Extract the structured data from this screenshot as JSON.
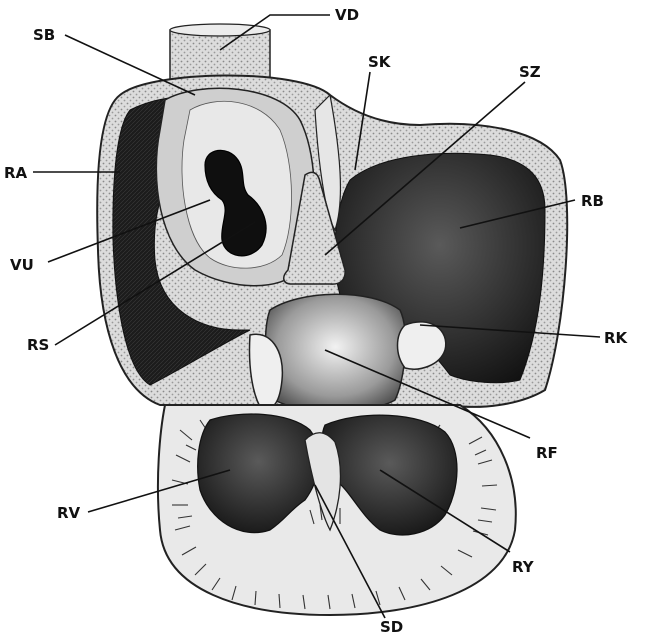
{
  "labels": {
    "vd": "VD",
    "sb": "SB",
    "sk": "SK",
    "sz": "SZ",
    "ra": "RA",
    "rb": "RB",
    "vu": "VU",
    "rk": "RK",
    "rs": "RS",
    "rf": "RF",
    "rv": "RV",
    "ry": "RY",
    "sd": "SD"
  },
  "colors": {
    "wall": "#d6d6d6",
    "cavity": "#1a1a1a",
    "cavity_light": "#3a3a3a",
    "cushion": "#e9e9e9",
    "ink": "#111111",
    "background": "#ffffff"
  }
}
